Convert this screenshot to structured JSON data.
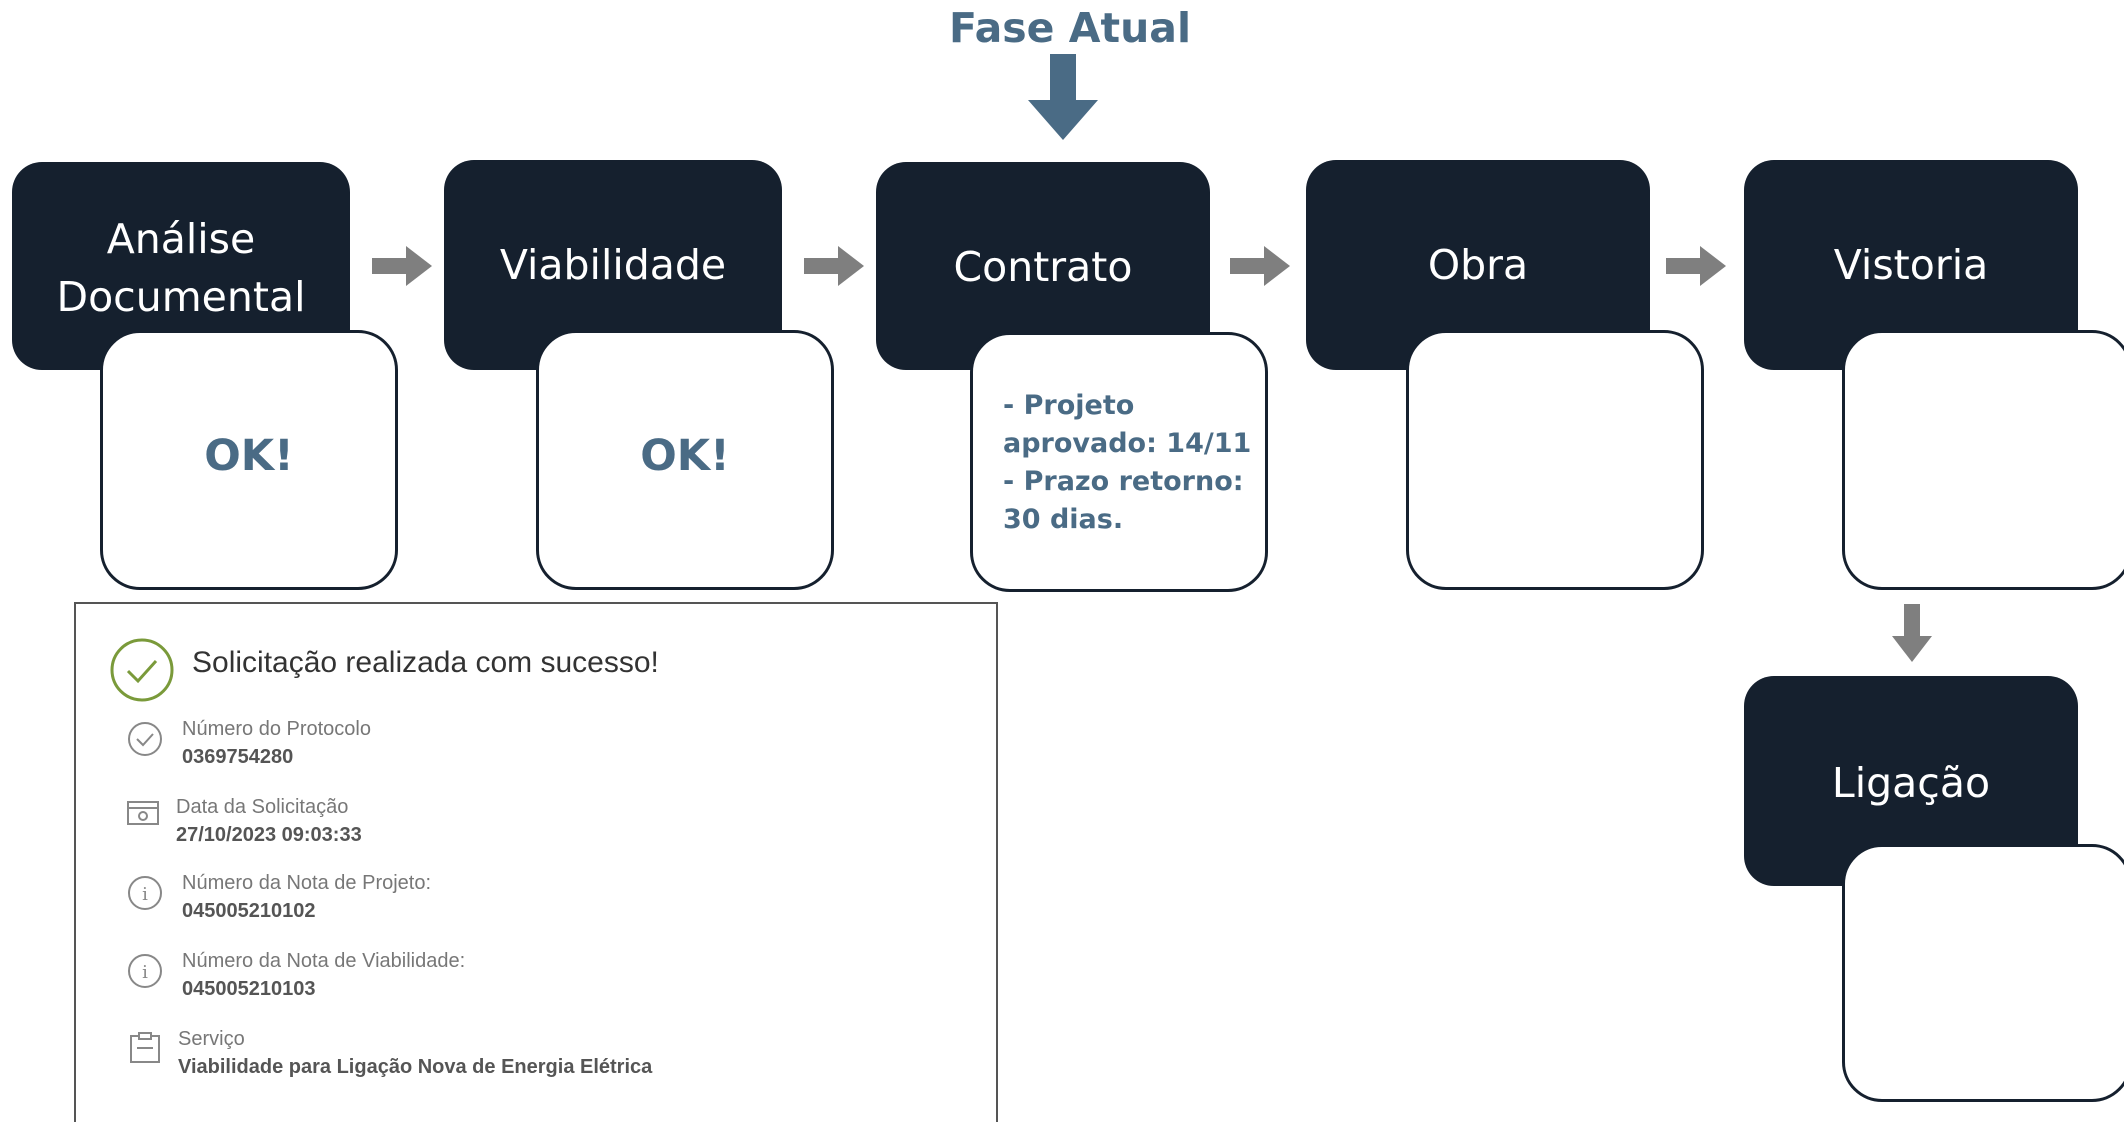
{
  "diagram": {
    "current_phase_label": "Fase Atual",
    "stages": [
      {
        "id": "analise",
        "label": "Análise\nDocumental",
        "status": "OK!",
        "note": ""
      },
      {
        "id": "viabilidade",
        "label": "Viabilidade",
        "status": "OK!",
        "note": ""
      },
      {
        "id": "contrato",
        "label": "Contrato",
        "status": "",
        "note": "- Projeto\naprovado: 14/11\n- Prazo retorno:\n    30 dias."
      },
      {
        "id": "obra",
        "label": "Obra",
        "status": "",
        "note": ""
      },
      {
        "id": "vistoria",
        "label": "Vistoria",
        "status": "",
        "note": ""
      },
      {
        "id": "ligacao",
        "label": "Ligação",
        "status": "",
        "note": ""
      }
    ]
  },
  "confirmation": {
    "title": "Solicitação realizada com sucesso!",
    "fields": [
      {
        "icon": "check-circle-icon",
        "label": "Número do Protocolo",
        "value": "0369754280"
      },
      {
        "icon": "calendar-icon",
        "label": "Data da Solicitação",
        "value": "27/10/2023 09:03:33"
      },
      {
        "icon": "info-icon",
        "label": "Número da Nota de Projeto:",
        "value": "045005210102"
      },
      {
        "icon": "info-icon",
        "label": "Número da Nota de Viabilidade:",
        "value": "045005210103"
      },
      {
        "icon": "clipboard-icon",
        "label": "Serviço",
        "value": "Viabilidade para Ligação Nova de Energia Elétrica"
      }
    ]
  },
  "colors": {
    "stage_bg": "#15202e",
    "accent_text": "#4a6b85",
    "arrow": "#7f7f7f",
    "down_arrow": "#4a6b85",
    "success_green": "#7a9a3a"
  }
}
